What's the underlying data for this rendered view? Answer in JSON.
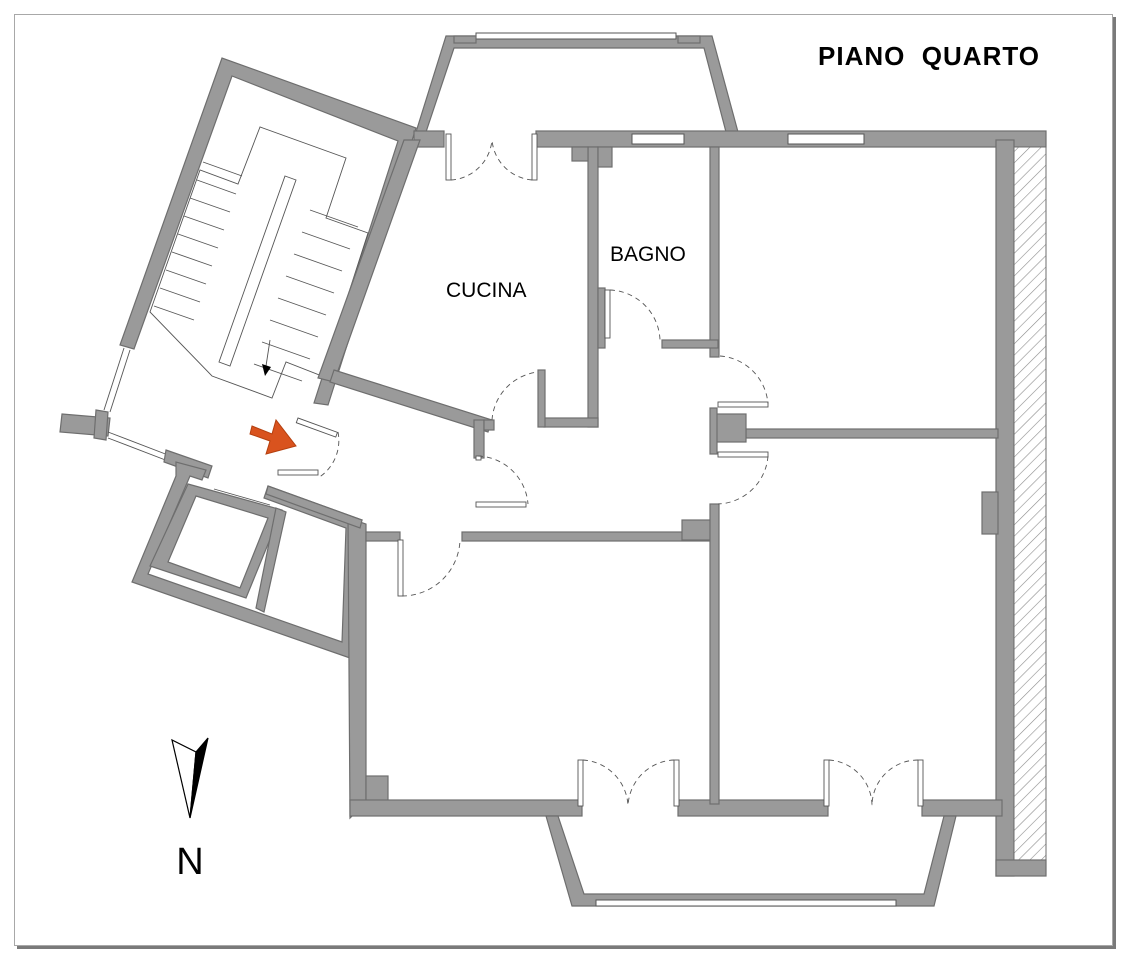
{
  "floor_plan": {
    "title": "PIANO  QUARTO",
    "rooms": [
      {
        "id": "cucina",
        "label": "CUCINA"
      },
      {
        "id": "bagno",
        "label": "BAGNO"
      }
    ],
    "north_label": "N",
    "colors": {
      "wall": "#9a9a9a",
      "entrance_arrow": "#d9531e",
      "background": "#ffffff"
    },
    "icons": [
      "north-arrow-icon",
      "entrance-arrow-icon"
    ]
  }
}
